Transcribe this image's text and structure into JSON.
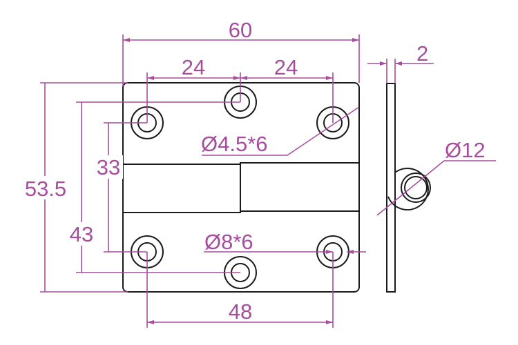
{
  "drawing": {
    "title": "Hinge dimension drawing",
    "dimensions": {
      "overall_width": "60",
      "hole_pitch_left": "24",
      "hole_pitch_right": "24",
      "overall_height": "53.5",
      "outer_hole_vertical": "43",
      "inner_hole_vertical": "33",
      "bottom_hole_spacing": "48",
      "small_hole_callout": "Ø4.5*6",
      "countersink_callout": "Ø8*6",
      "thickness": "2",
      "knuckle_diameter": "Ø12"
    },
    "colors": {
      "outline": "#1a1a1a",
      "dimension": "#a64d9e"
    }
  }
}
